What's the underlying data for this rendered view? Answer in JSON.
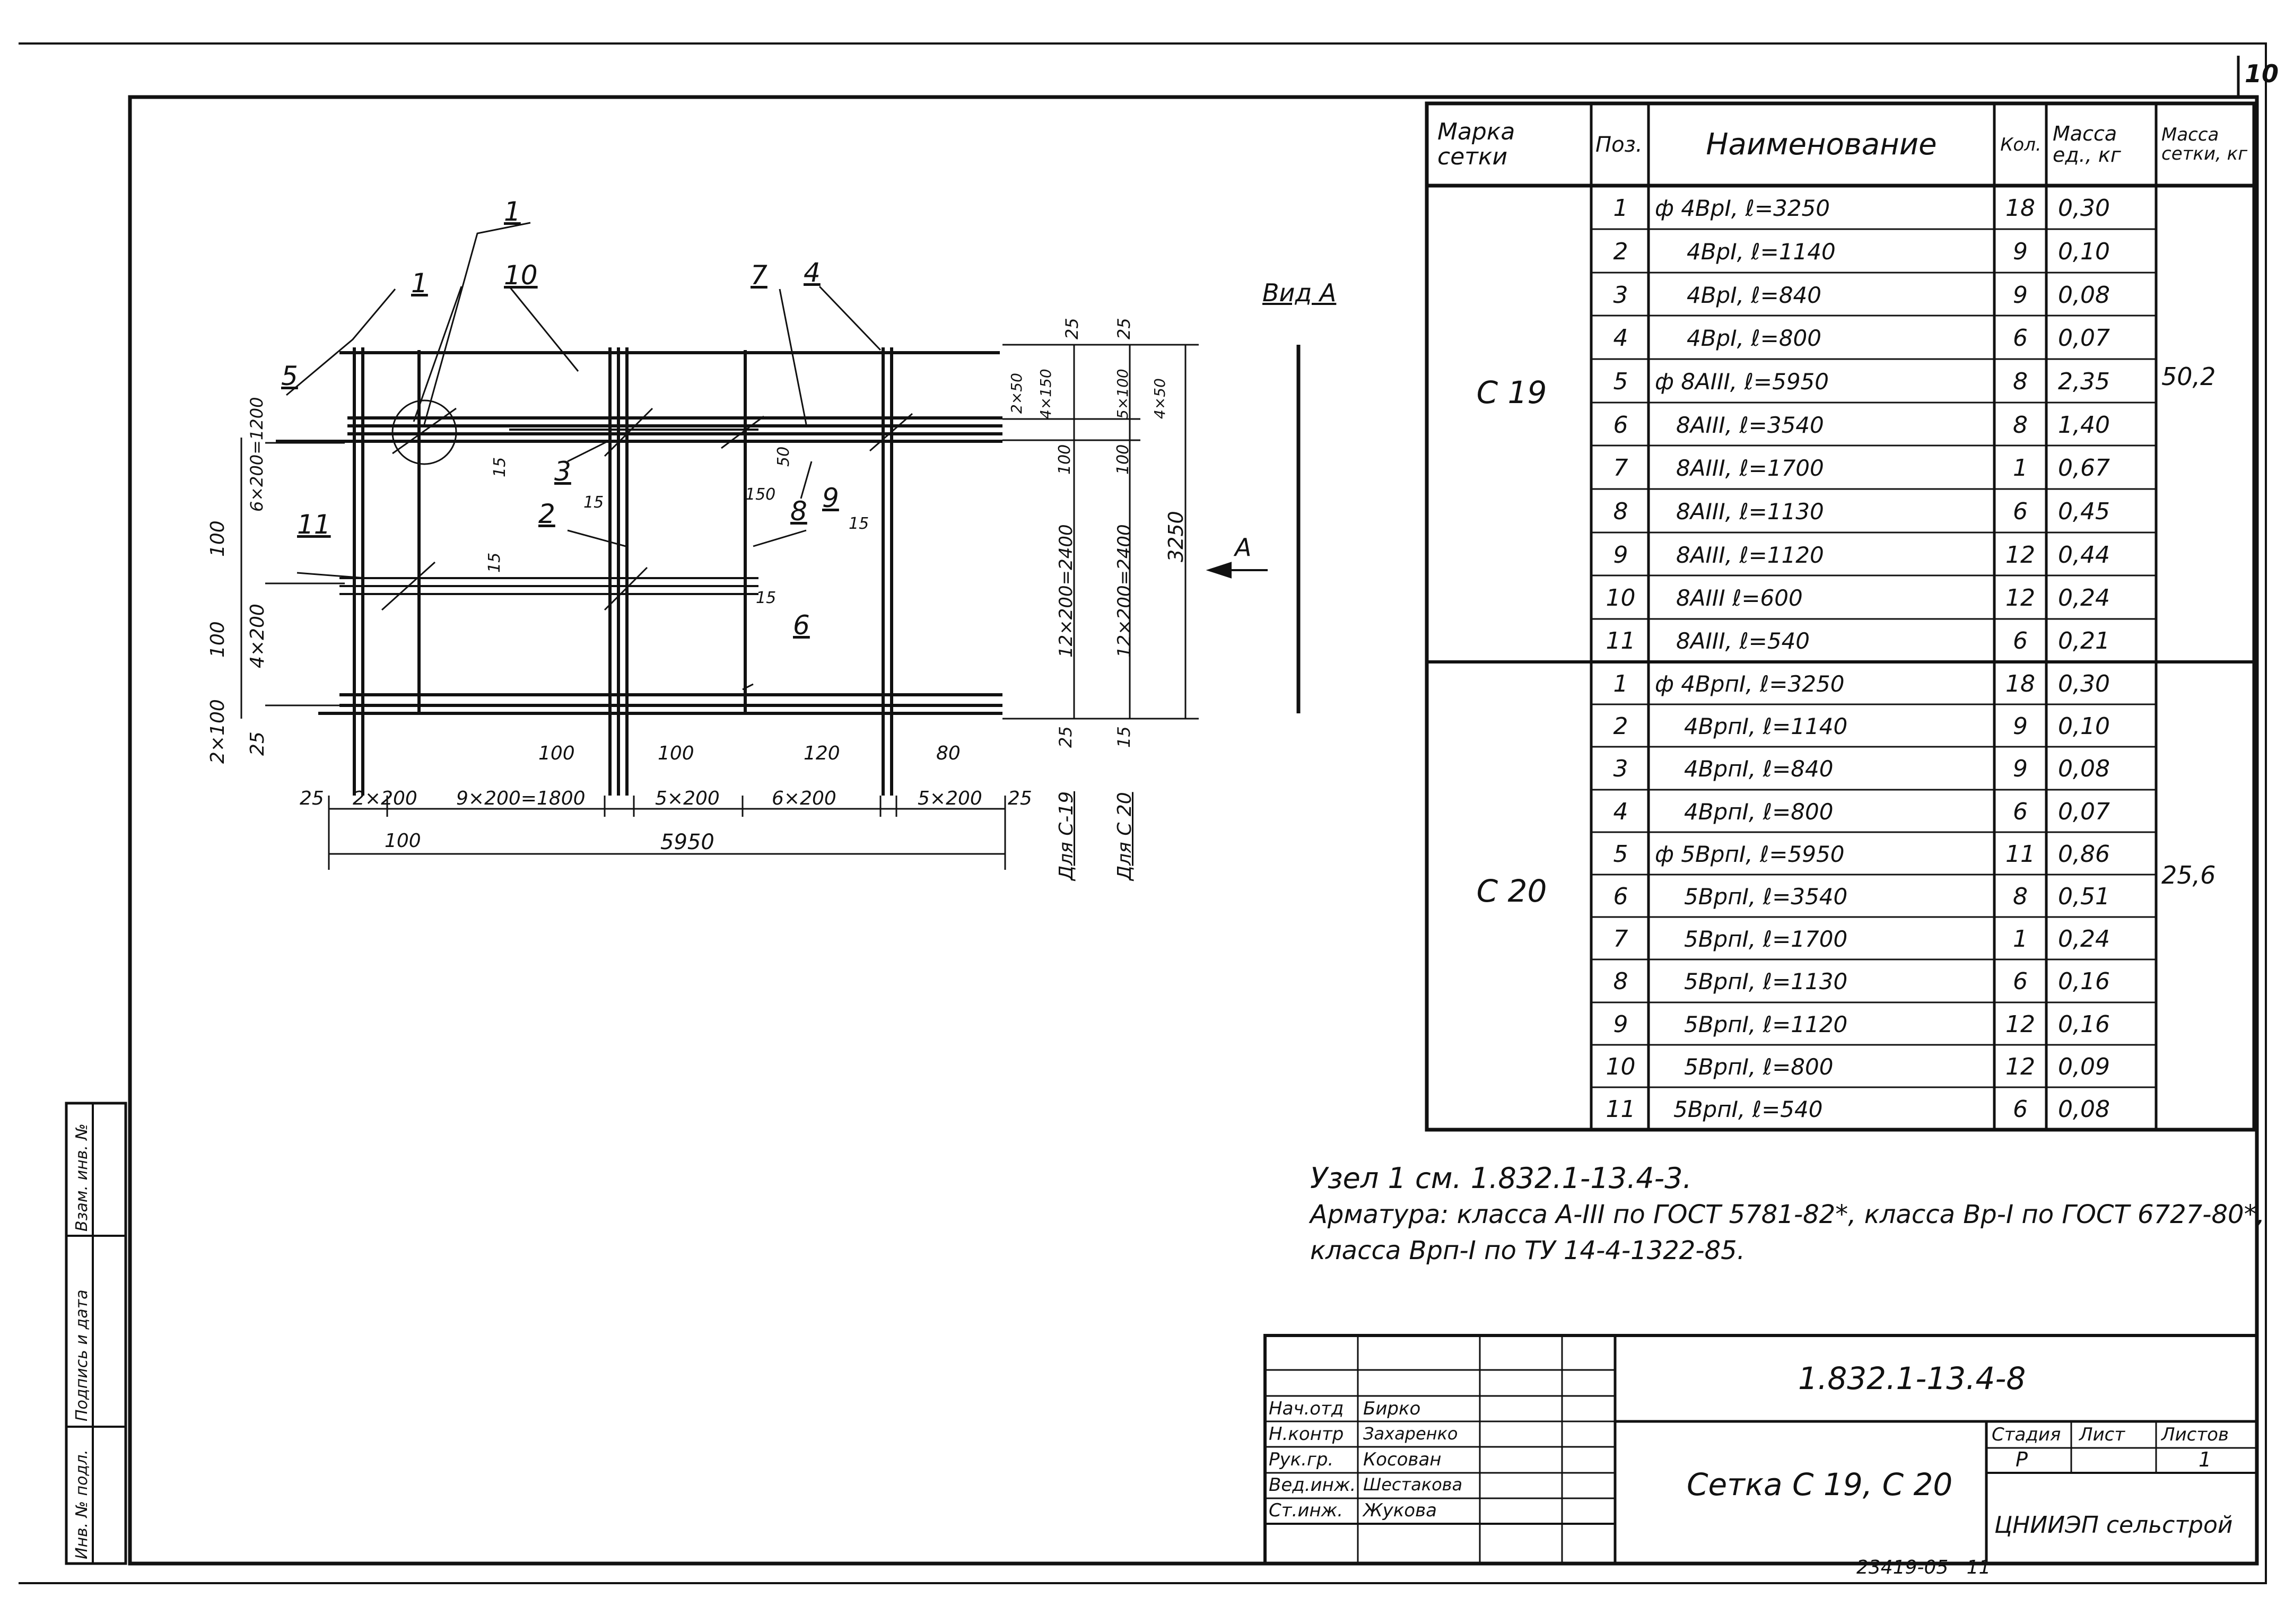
{
  "sheet_number": "10",
  "spec_table": {
    "headers": {
      "mark": "Марка сетки",
      "pos": "Поз.",
      "name": "Наименование",
      "qty": "Кол.",
      "unit_mass": "Масса ед., кг",
      "mesh_mass": "Масса сетки, кг"
    },
    "groups": [
      {
        "mark": "С 19",
        "mesh_mass": "50,2",
        "rows": [
          {
            "pos": "1",
            "name": "ф 4ВрI,   ℓ=3250",
            "qty": "18",
            "mass": "0,30"
          },
          {
            "pos": "2",
            "name": "4ВрI,   ℓ=1140",
            "qty": "9",
            "mass": "0,10"
          },
          {
            "pos": "3",
            "name": "4ВрI,   ℓ=840",
            "qty": "9",
            "mass": "0,08"
          },
          {
            "pos": "4",
            "name": "4ВрI,   ℓ=800",
            "qty": "6",
            "mass": "0,07"
          },
          {
            "pos": "5",
            "name": "ф 8АIII,   ℓ=5950",
            "qty": "8",
            "mass": "2,35"
          },
          {
            "pos": "6",
            "name": "8АIII,   ℓ=3540",
            "qty": "8",
            "mass": "1,40"
          },
          {
            "pos": "7",
            "name": "8АIII,   ℓ=1700",
            "qty": "1",
            "mass": "0,67"
          },
          {
            "pos": "8",
            "name": "8АIII,   ℓ=1130",
            "qty": "6",
            "mass": "0,45"
          },
          {
            "pos": "9",
            "name": "8АIII,   ℓ=1120",
            "qty": "12",
            "mass": "0,44"
          },
          {
            "pos": "10",
            "name": "8АIII   ℓ=600",
            "qty": "12",
            "mass": "0,24"
          },
          {
            "pos": "11",
            "name": "8АIII,   ℓ=540",
            "qty": "6",
            "mass": "0,21"
          }
        ]
      },
      {
        "mark": "С 20",
        "mesh_mass": "25,6",
        "rows": [
          {
            "pos": "1",
            "name": "ф 4ВрпI, ℓ=3250",
            "qty": "18",
            "mass": "0,30"
          },
          {
            "pos": "2",
            "name": "4ВрпI, ℓ=1140",
            "qty": "9",
            "mass": "0,10"
          },
          {
            "pos": "3",
            "name": "4ВрпI, ℓ=840",
            "qty": "9",
            "mass": "0,08"
          },
          {
            "pos": "4",
            "name": "4ВрпI, ℓ=800",
            "qty": "6",
            "mass": "0,07"
          },
          {
            "pos": "5",
            "name": "ф 5ВрпI, ℓ=5950",
            "qty": "11",
            "mass": "0,86"
          },
          {
            "pos": "6",
            "name": "5ВрпI, ℓ=3540",
            "qty": "8",
            "mass": "0,51"
          },
          {
            "pos": "7",
            "name": "5ВрпI, ℓ=1700",
            "qty": "1",
            "mass": "0,24"
          },
          {
            "pos": "8",
            "name": "5ВрпI, ℓ=1130",
            "qty": "6",
            "mass": "0,16"
          },
          {
            "pos": "9",
            "name": "5ВрпI, ℓ=1120",
            "qty": "12",
            "mass": "0,16"
          },
          {
            "pos": "10",
            "name": "5ВрпI, ℓ=800",
            "qty": "12",
            "mass": "0,09"
          },
          {
            "pos": "11",
            "name": "5ВрпI, ℓ=540",
            "qty": "6",
            "mass": "0,08"
          }
        ]
      }
    ]
  },
  "notes": {
    "line1": "Узел 1 см. 1.832.1-13.4-3.",
    "line2": "Арматура: класса А-III по ГОСТ 5781-82*, класса Вр-I по ГОСТ 6727-80*,",
    "line3": "класса Врп-I по ТУ 14-4-1322-85."
  },
  "drawing": {
    "view_label": "Вид А",
    "arrow_label": "А",
    "callouts": [
      "1",
      "10",
      "1",
      "5",
      "7",
      "4",
      "3",
      "2",
      "8",
      "9",
      "11",
      "6"
    ],
    "dims_bottom": [
      "25",
      "2×200",
      "9×200=1800",
      "5×200",
      "6×200",
      "5×200",
      "25"
    ],
    "dims_bottom_small": [
      "100",
      "100",
      "120",
      "80"
    ],
    "dim_bottom_offset": "100",
    "dim_total": "5950",
    "dims_left": [
      "6×200=1200",
      "100",
      "4×200",
      "100",
      "2×100",
      "25"
    ],
    "dims_inner": [
      "15",
      "15",
      "15",
      "15",
      "15",
      "50",
      "150"
    ],
    "dims_right_c19": [
      "25",
      "2×50",
      "4×150",
      "100",
      "12×200=2400",
      "25"
    ],
    "dims_right_c20": [
      "25",
      "5×100",
      "100",
      "12×200=2400",
      "15"
    ],
    "dims_far_right": [
      "4×50",
      "3250"
    ],
    "label_c19": "Для С-19",
    "label_c20": "Для С 20"
  },
  "title_block": {
    "doc_code": "1.832.1-13.4-8",
    "title": "Сетка С 19, С 20",
    "stage_header": "Стадия",
    "sheet_header": "Лист",
    "sheets_header": "Листов",
    "stage": "Р",
    "sheets": "1",
    "org": "ЦНИИЭП сельстрой",
    "signatures": [
      {
        "role": "Нач.отд",
        "name": "Бирко"
      },
      {
        "role": "Н.контр",
        "name": "Захаренко"
      },
      {
        "role": "Рук.гр.",
        "name": "Косован"
      },
      {
        "role": "Вед.инж.",
        "name": "Шестакова"
      },
      {
        "role": "Ст.инж.",
        "name": "Жукова"
      }
    ]
  },
  "side_stamp": {
    "inv": "Инв. № подл.",
    "sign": "Подпись и дата",
    "swap": "Взам. инв. №"
  },
  "footer_code": "23419-05   11"
}
